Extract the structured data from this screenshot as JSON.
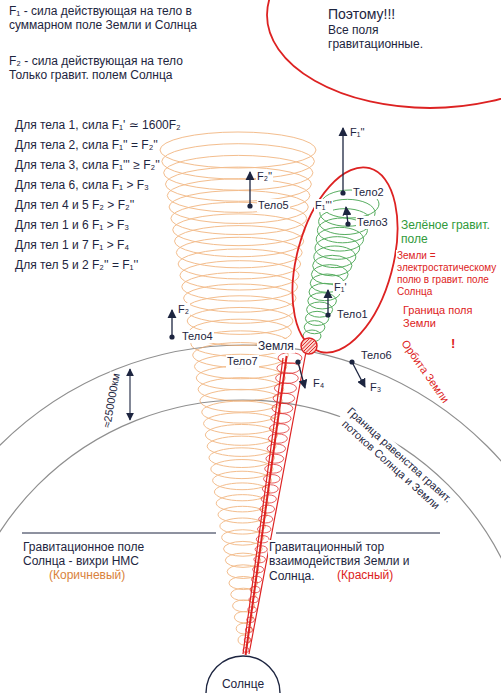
{
  "diagram": {
    "nodes": [
      {
        "text": [
          "Поэтому!!!",
          "Все поля гравитационные."
        ]
      },
      {
        "text": [
          "Земля"
        ]
      },
      {
        "text": [
          "Солнце"
        ]
      }
    ],
    "edges": [
      {
        "from": 2,
        "to": 1,
        "arrow": "none"
      }
    ],
    "labels": [
      "F₁ - сила действующая на тело в суммарном поле Земли и Солнца",
      "F₂ - сила действующая на тело Только гравит. полем Солнца",
      "Для тела 1, сила F₁' ≃ 1600F₂",
      "Для тела 2, сила F₁'' = F₂''",
      "Для тела 3, сила F₁''' ≥ F₂''",
      "Для тела 6, сила F₁ > F₃",
      "Для тел 4 и 5 F₂ > F₂''",
      "Для тел 1 и 6 F₁ > F₃",
      "Для тел 1 и 7 F₁ > F₄",
      "Для тел 5 и 2 F₂'' = F₁''",
      "F₂''",
      "Тело5",
      "F₁''",
      "Тело2",
      "F₁'''",
      "Тело3",
      "Зелёное гравит. поле",
      "Земли = электростатическому полю в гравит. поле Солнца",
      "F₁'",
      "Тело1",
      "Граница поля Земли",
      "Тело7",
      "F₄",
      "Тело6",
      "F₃",
      "F₂",
      "Тело4",
      "≈250000км",
      "!",
      "Орбита Земли",
      "Граница равенства гравит. потоков Солнца и Земли",
      "Гравитационное поле Солнца - вихри НМС",
      "(Коричневый)",
      "Гравитационный тор взаимодействия Земли и Солнца.",
      "(Красный)"
    ]
  }
}
